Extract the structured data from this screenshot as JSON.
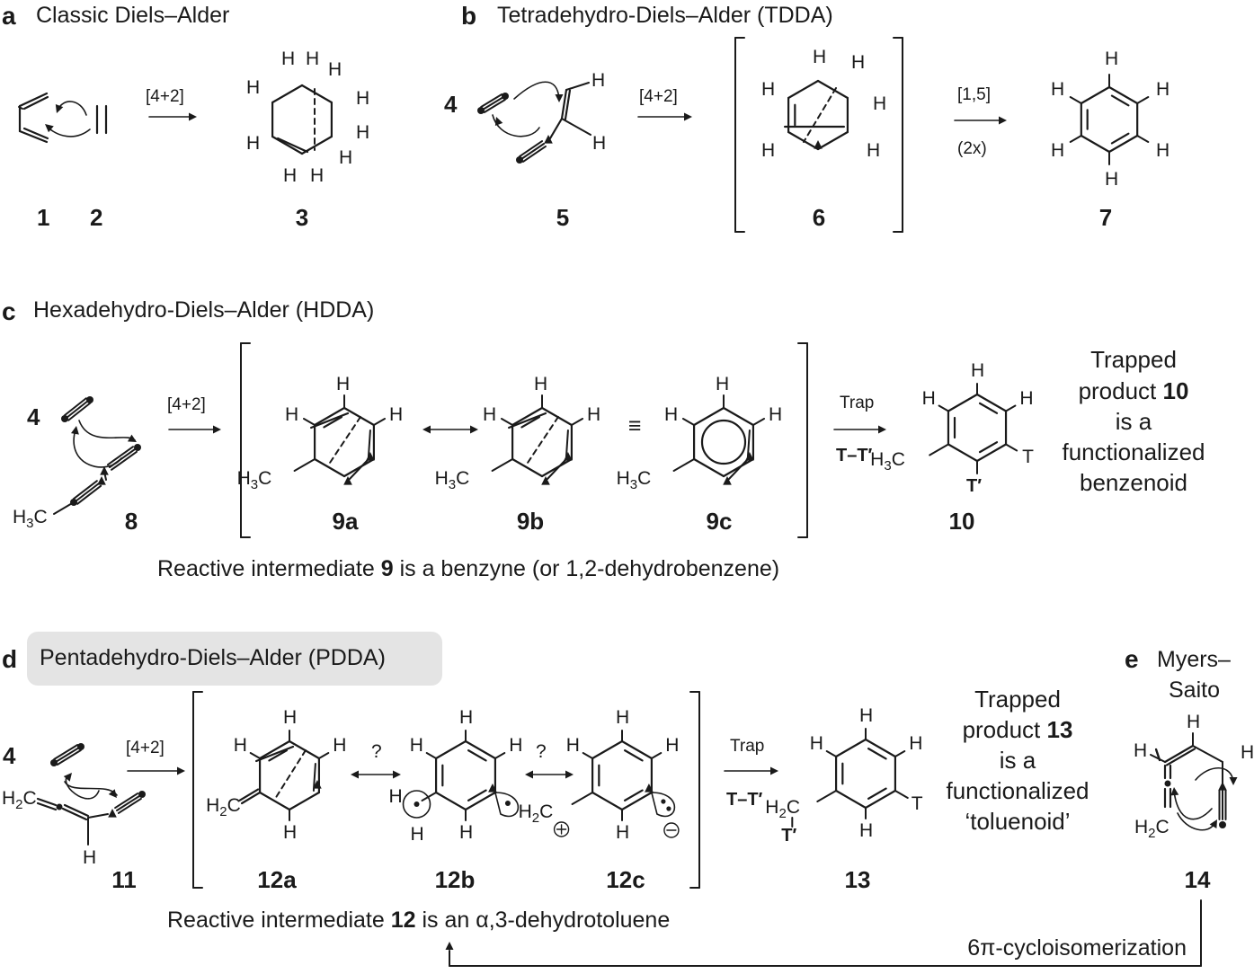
{
  "panels": {
    "a": {
      "letter": "a",
      "title": "Classic Diels–Alder"
    },
    "b": {
      "letter": "b",
      "title": "Tetradehydro-Diels–Alder (TDDA)"
    },
    "c": {
      "letter": "c",
      "title": "Hexadehydro-Diels–Alder (HDDA)"
    },
    "d": {
      "letter": "d",
      "title": "Pentadehydro-Diels–Alder (PDDA)"
    },
    "e": {
      "letter": "e",
      "title_line1": "Myers–",
      "title_line2": "Saito"
    }
  },
  "compounds": {
    "c1": "1",
    "c2": "2",
    "c3": "3",
    "c4b": "4",
    "c5": "5",
    "c6": "6",
    "c7": "7",
    "c4c": "4",
    "c8": "8",
    "c9a": "9a",
    "c9b": "9b",
    "c9c": "9c",
    "c10": "10",
    "c4d": "4",
    "c11": "11",
    "c12a": "12a",
    "c12b": "12b",
    "c12c": "12c",
    "c13": "13",
    "c14": "14"
  },
  "arrows": {
    "a_42": "[4+2]",
    "b_42": "[4+2]",
    "b_15": "[1,5]",
    "b_2x": "(2x)",
    "c_42": "[4+2]",
    "c_trap": "Trap",
    "c_tt": "T–T′",
    "d_42": "[4+2]",
    "d_trap": "Trap",
    "d_tt": "T–T′",
    "q1": "?",
    "q2": "?",
    "equiv": "≡"
  },
  "atoms": {
    "H": "H",
    "H3C": "H3C",
    "H2C": "H2C",
    "T": "T",
    "Tp": "T′"
  },
  "texts": {
    "c_side": {
      "l1": "Trapped",
      "l2a": "product ",
      "l2b": "10",
      "l3": "is a",
      "l4": "functionalized",
      "l5": "benzenoid"
    },
    "c_caption": {
      "a": "Reactive intermediate ",
      "b": "9",
      "c": " is a benzyne (or 1,2-dehydrobenzene)"
    },
    "d_side": {
      "l1": "Trapped",
      "l2a": "product ",
      "l2b": "13",
      "l3": "is a",
      "l4": "functionalized",
      "l5": "‘toluenoid’"
    },
    "d_caption": {
      "a": "Reactive intermediate ",
      "b": "12",
      "c": " is an α,3-dehydrotoluene"
    },
    "e_label": "6π-cycloisomerization"
  }
}
